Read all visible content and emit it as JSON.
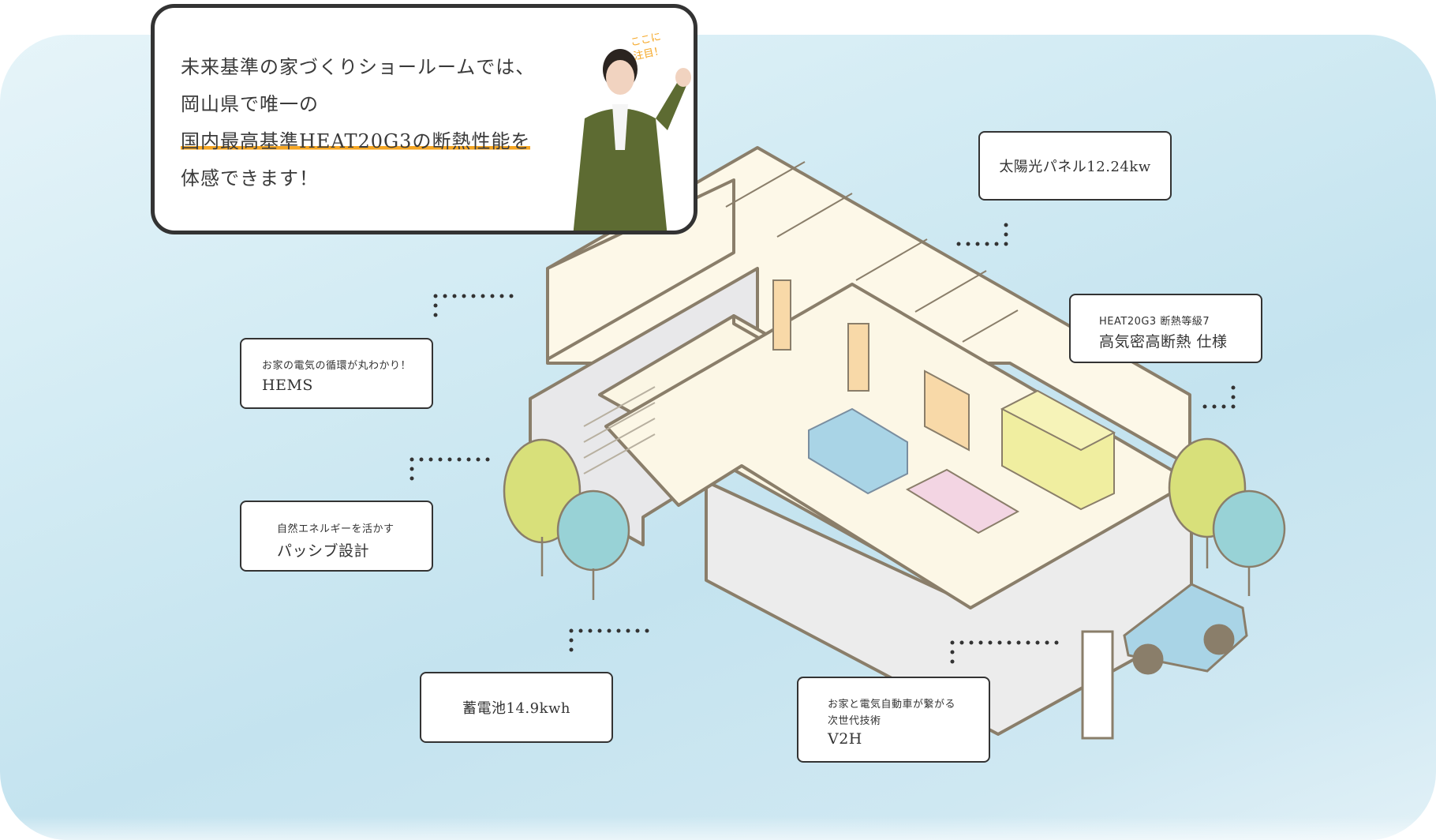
{
  "speech": {
    "line1": "未来基準の家づくりショールームでは、",
    "line2": "岡山県で唯一の",
    "line3": "国内最高基準HEAT20G3の断熱性能を",
    "line4": "体感できます！",
    "badge_line1": "ここに",
    "badge_line2": "注目！"
  },
  "labels": {
    "solar": "太陽光パネル12.24kw",
    "heat_small": "HEAT20G3 断熱等級7",
    "heat_big": "高気密高断熱 仕様",
    "hems_small": "お家の電気の循環が丸わかり！",
    "hems_big": "HEMS",
    "passive_small": "自然エネルギーを活かす",
    "passive_big": "パッシブ設計",
    "battery": "蓄電池14.9kwh",
    "v2h_small_1": "お家と電気自動車が繋がる",
    "v2h_small_2": "次世代技術",
    "v2h_big": "V2H"
  },
  "colors": {
    "accent": "#f5a623",
    "frame": "#333333",
    "background": "#cfe8f2"
  }
}
